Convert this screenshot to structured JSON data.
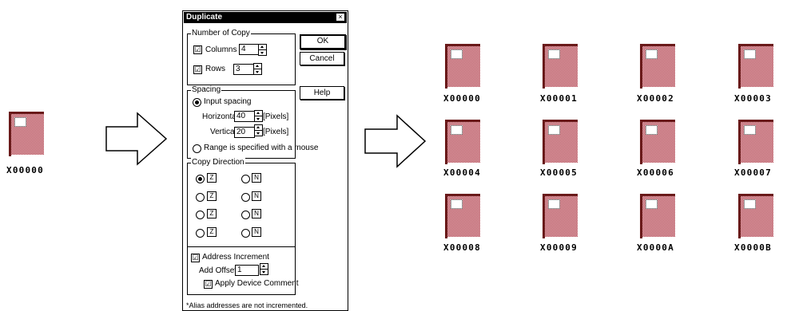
{
  "source": {
    "part_label": "X00000"
  },
  "dialog": {
    "title": "Duplicate",
    "close_glyph": "×",
    "number_of_copy": {
      "legend": "Number of Copy",
      "columns": {
        "label": "Columns",
        "value": "4",
        "checked": "☑"
      },
      "rows": {
        "label": "Rows",
        "value": "3",
        "checked": "☑"
      }
    },
    "buttons": {
      "ok": "OK",
      "cancel": "Cancel",
      "help": "Help"
    },
    "spacing": {
      "legend": "Spacing",
      "input_spacing_label": "Input spacing",
      "horizontal_label": "Horizontal",
      "horizontal_value": "40",
      "horizontal_unit": "[Pixels]",
      "vertical_label": "Vertical",
      "vertical_value": "20",
      "vertical_unit": "[Pixels]",
      "range_label": "Range is specified with a mouse"
    },
    "copy_direction": {
      "legend": "Copy Direction",
      "icons": [
        "Z",
        "N",
        "Z",
        "N",
        "Z",
        "N",
        "Z",
        "N"
      ]
    },
    "address": {
      "address_increment_label": "Address Increment",
      "add_offset_label": "Add Offset",
      "add_offset_value": "1",
      "apply_comment_label": "Apply Device Comment",
      "checked": "☑"
    },
    "note": "*Alias addresses are not incremented."
  },
  "result_grid": {
    "labels": [
      [
        "X00000",
        "X00001",
        "X00002",
        "X00003"
      ],
      [
        "X00004",
        "X00005",
        "X00006",
        "X00007"
      ],
      [
        "X00008",
        "X00009",
        "X0000A",
        "X0000B"
      ]
    ]
  },
  "colors": {
    "part_fill": "#b03a47",
    "part_edge": "#6a1a1a",
    "part_light": "#e9c9cd"
  }
}
